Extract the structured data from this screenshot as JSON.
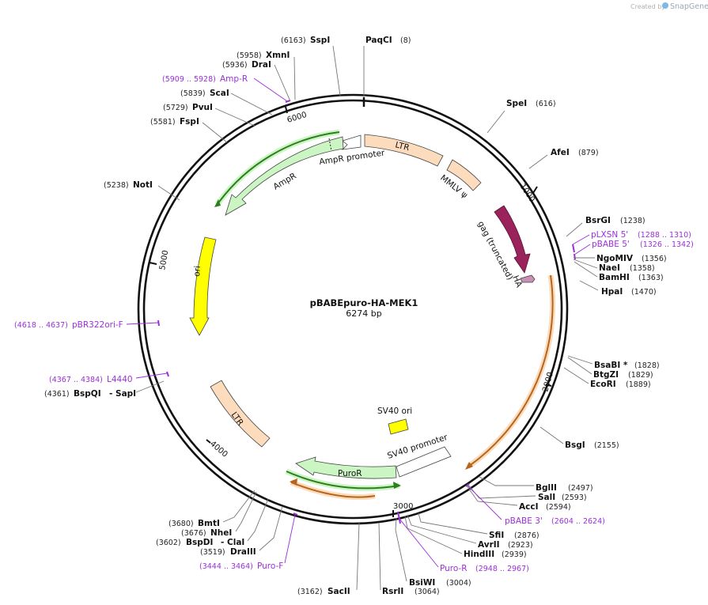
{
  "credit": {
    "prefix": "Created by",
    "brand": "SnapGene"
  },
  "plasmid": {
    "name": "pBABEpuro-HA-MEK1",
    "size": "6274 bp"
  },
  "ticks": [
    "1000",
    "2000",
    "3000",
    "4000",
    "5000",
    "6000"
  ],
  "features": {
    "ltr_top": "LTR",
    "mmlv": "MMLV ψ",
    "gag": "gag (truncated)",
    "ha": "HA",
    "ori": "ori",
    "ampr": "AmpR",
    "ampr_promoter": "AmpR promoter",
    "ltr_bottom": "LTR",
    "sv40_ori": "SV40 ori",
    "sv40_promoter": "SV40 promoter",
    "puror": "PuroR"
  },
  "sites": [
    {
      "name": "PaqCI",
      "pos": "(8)"
    },
    {
      "name": "SpeI",
      "pos": "(616)"
    },
    {
      "name": "AfeI",
      "pos": "(879)"
    },
    {
      "name": "BsrGI",
      "pos": "(1238)"
    },
    {
      "name": "NgoMIV",
      "pos": "(1356)"
    },
    {
      "name": "NaeI",
      "pos": "(1358)"
    },
    {
      "name": "BamHI",
      "pos": "(1363)"
    },
    {
      "name": "HpaI",
      "pos": "(1470)"
    },
    {
      "name": "BsaBI *",
      "pos": "(1828)"
    },
    {
      "name": "BtgZI",
      "pos": "(1829)"
    },
    {
      "name": "EcoRI",
      "pos": "(1889)"
    },
    {
      "name": "BsgI",
      "pos": "(2155)"
    },
    {
      "name": "BglII",
      "pos": "(2497)"
    },
    {
      "name": "SalI",
      "pos": "(2593)"
    },
    {
      "name": "AccI",
      "pos": "(2594)"
    },
    {
      "name": "SfiI",
      "pos": "(2876)"
    },
    {
      "name": "AvrII",
      "pos": "(2923)"
    },
    {
      "name": "HindIII",
      "pos": "(2939)"
    },
    {
      "name": "BsiWI",
      "pos": "(3004)"
    },
    {
      "name": "RsrII",
      "pos": "(3064)"
    },
    {
      "name": "SacII",
      "pos": "(3162)"
    },
    {
      "name": "DraIII",
      "pos": "(3519)"
    },
    {
      "name": "BspDI",
      "pos": "(3602)"
    },
    {
      "name": "- ClaI",
      "pos": ""
    },
    {
      "name": "NheI",
      "pos": "(3676)"
    },
    {
      "name": "BmtI",
      "pos": "(3680)"
    },
    {
      "name": "BspQI",
      "pos": "(4361)"
    },
    {
      "name": "- SapI",
      "pos": ""
    },
    {
      "name": "NotI",
      "pos": "(5238)"
    },
    {
      "name": "FspI",
      "pos": "(5581)"
    },
    {
      "name": "PvuI",
      "pos": "(5729)"
    },
    {
      "name": "ScaI",
      "pos": "(5839)"
    },
    {
      "name": "DraI",
      "pos": "(5936)"
    },
    {
      "name": "XmnI",
      "pos": "(5958)"
    },
    {
      "name": "SspI",
      "pos": "(6163)"
    }
  ],
  "primers": [
    {
      "name": "pLXSN 5'",
      "pos": "(1288 .. 1310)"
    },
    {
      "name": "pBABE 5'",
      "pos": "(1326 .. 1342)"
    },
    {
      "name": "pBABE 3'",
      "pos": "(2604 .. 2624)"
    },
    {
      "name": "Puro-R",
      "pos": "(2948 .. 2967)"
    },
    {
      "name": "Puro-F",
      "pos": "(3444 .. 3464)"
    },
    {
      "name": "L4440",
      "pos": "(4367 .. 4384)"
    },
    {
      "name": "pBR322ori-F",
      "pos": "(4618 .. 4637)"
    },
    {
      "name": "Amp-R",
      "pos": "(5909 .. 5928)"
    }
  ],
  "colors": {
    "backbone": "#111111",
    "ltr": "#fddcbd",
    "gag": "#99235a",
    "ha": "#c990b5",
    "ori": "#ffff00",
    "ampr": "#ccf5c4",
    "sv40_ori": "#ffff00",
    "puror": "#ccf5c4",
    "orf_green": "#2e7d1f",
    "orf_orange": "#b5651d",
    "primer": "#9b30d9"
  }
}
